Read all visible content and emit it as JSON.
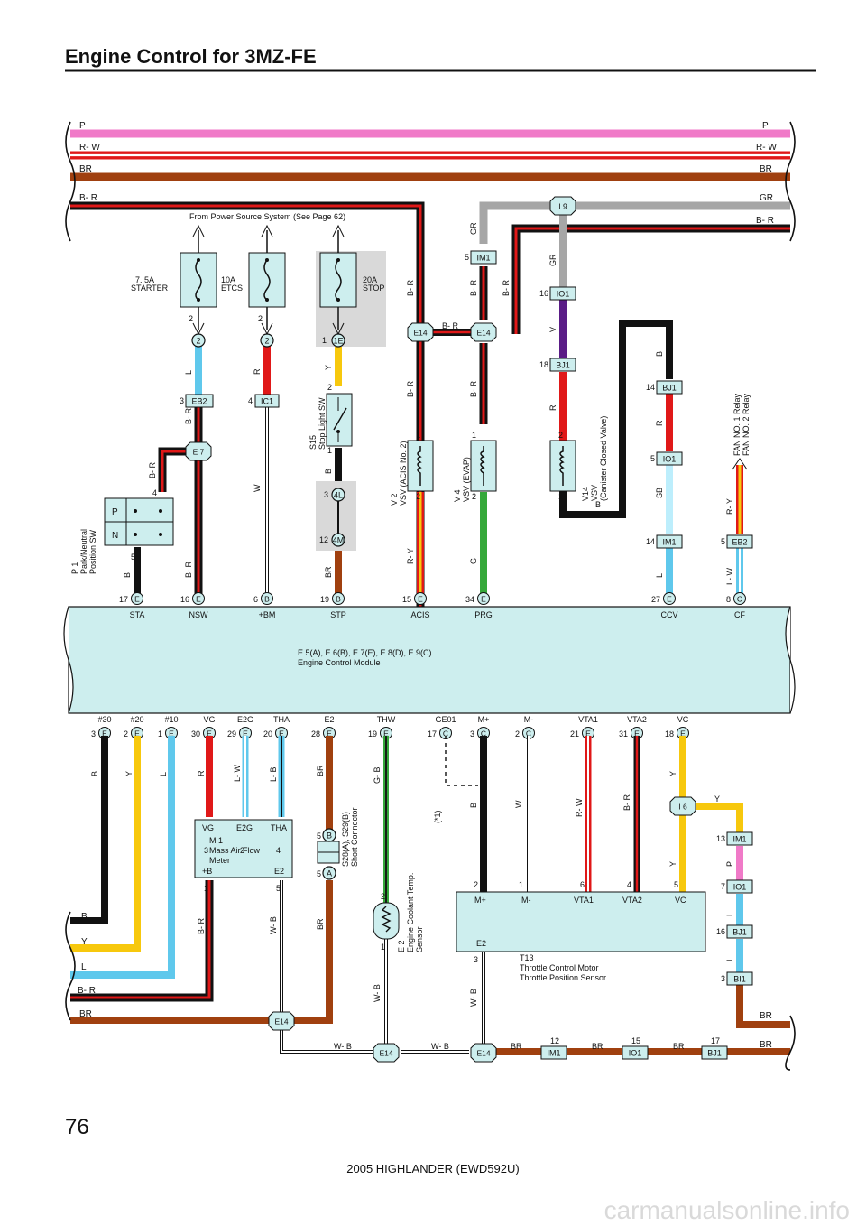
{
  "title": "Engine Control for 3MZ-FE",
  "page_number": "76",
  "footer": "2005 HIGHLANDER (EWD592U)",
  "watermark": "carmanualsonline.info",
  "colors": {
    "pink": "#f07ac8",
    "red": "#e01818",
    "brown": "#a0400f",
    "gray": "#a6a6a6",
    "lightblue": "#5fc8ec",
    "yellow": "#f7c80d",
    "green": "#35a83a",
    "violet": "#5a1c86",
    "black": "#111111",
    "ecm": "#cdeeee",
    "white": "#ffffff"
  },
  "bus": {
    "left": [
      "P",
      "R- W",
      "BR",
      "B- R"
    ],
    "right": [
      "P",
      "R- W",
      "BR",
      "GR",
      "B- R"
    ]
  },
  "power_note": "From Power Source System (See Page 62)",
  "fuses": {
    "starter": {
      "amp": "7. 5A",
      "name": "STARTER",
      "pin": "2"
    },
    "etcs": {
      "amp": "10A",
      "name": "ETCS",
      "pin": "2"
    },
    "stop": {
      "amp": "20A",
      "name": "STOP",
      "pin": "1"
    }
  },
  "connectors": {
    "c2a": "2",
    "c2b": "2",
    "c1e": "1E",
    "eb2": "EB2",
    "ic1": "IC1",
    "e7": "E 7",
    "c4l": "4L",
    "c4m": "4M",
    "e14": "E14",
    "im1": "IM1",
    "io1": "IO1",
    "bj1": "BJ1",
    "i9": "I 9",
    "i6": "I 6",
    "bi1": "BI1",
    "cc": "C",
    "cb": "B",
    "ce": "E",
    "ca": "A"
  },
  "pins": {
    "p3": "3",
    "p4": "4",
    "p5": "5",
    "p1": "1",
    "p2": "2",
    "p12": "12",
    "p13": "13",
    "p14": "14",
    "p15": "15",
    "p16": "16",
    "p17": "17",
    "p18": "18",
    "p7": "7",
    "p6": "6"
  },
  "wires": {
    "L": "L",
    "BR": "B- R",
    "R": "R",
    "W": "W",
    "Y": "Y",
    "B": "B",
    "BRn": "BR",
    "RY": "R- Y",
    "G": "G",
    "GR": "GR",
    "V": "V",
    "SB": "SB",
    "LW": "L- W",
    "RW": "R- W",
    "LB": "L- B",
    "GB": "G- B",
    "WB": "W- B",
    "P": "P"
  },
  "components": {
    "parkneutral": {
      "id": "P 1",
      "name": "Park/Neutral",
      "name2": "Position SW",
      "p": "P",
      "n": "N"
    },
    "stoplight": {
      "id": "S15",
      "name": "Stop Light SW"
    },
    "v2": {
      "id": "V 2",
      "name": "VSV (ACIS No. 2)"
    },
    "v4": {
      "id": "V 4",
      "name": "VSV (EVAP)"
    },
    "v14": {
      "id": "V14",
      "name": "VSV",
      "name2": "(Canister Closed Valve)"
    },
    "fan": {
      "line1": "FAN NO. 1 Relay",
      "line2": "FAN NO. 2 Relay"
    },
    "ecm": {
      "id": "E 5(A), E 6(B), E 7(E), E 8(D), E 9(C)",
      "name": "Engine Control Module"
    },
    "m1": {
      "id": "M 1",
      "name": "Mass Air Flow",
      "name2": "Meter",
      "vg": "VG",
      "e2g": "E2G",
      "tha": "THA",
      "b": "+B",
      "e2": "E2"
    },
    "s28": {
      "id": "S28(A), S29(B)",
      "name": "Short Connector"
    },
    "e2s": {
      "id": "E 2",
      "name": "Engine Coolant Temp.",
      "name2": "Sensor"
    },
    "t13": {
      "id": "T13",
      "name": "Throttle Control Motor",
      "name2": "Throttle Position Sensor",
      "mplus": "M+",
      "mminus": "M-",
      "vta1": "VTA1",
      "vta2": "VTA2",
      "vc": "VC",
      "e2": "E2"
    },
    "note1": "(*1)"
  },
  "ecm_top": [
    "STA",
    "NSW",
    "+BM",
    "STP",
    "ACIS",
    "PRG",
    "CCV",
    "CF"
  ],
  "ecm_top_pins": [
    "17",
    "16",
    "6",
    "19",
    "15",
    "34",
    "27",
    "8"
  ],
  "ecm_top_conn": [
    "E",
    "E",
    "B",
    "B",
    "E",
    "E",
    "E",
    "C"
  ],
  "ecm_bottom": [
    "#30",
    "#20",
    "#10",
    "VG",
    "E2G",
    "THA",
    "E2",
    "THW",
    "GE01",
    "M+",
    "M-",
    "VTA1",
    "VTA2",
    "VC"
  ],
  "ecm_bottom_pins": [
    "3",
    "2",
    "1",
    "30",
    "29",
    "20",
    "28",
    "19",
    "17",
    "3",
    "2",
    "21",
    "31",
    "18"
  ],
  "ecm_bottom_conn": [
    "E",
    "E",
    "E",
    "E",
    "E",
    "E",
    "E",
    "E",
    "C",
    "C",
    "C",
    "E",
    "E",
    "E"
  ],
  "bottom_left_labels": [
    "B",
    "Y",
    "L",
    "B- R",
    "BR"
  ]
}
